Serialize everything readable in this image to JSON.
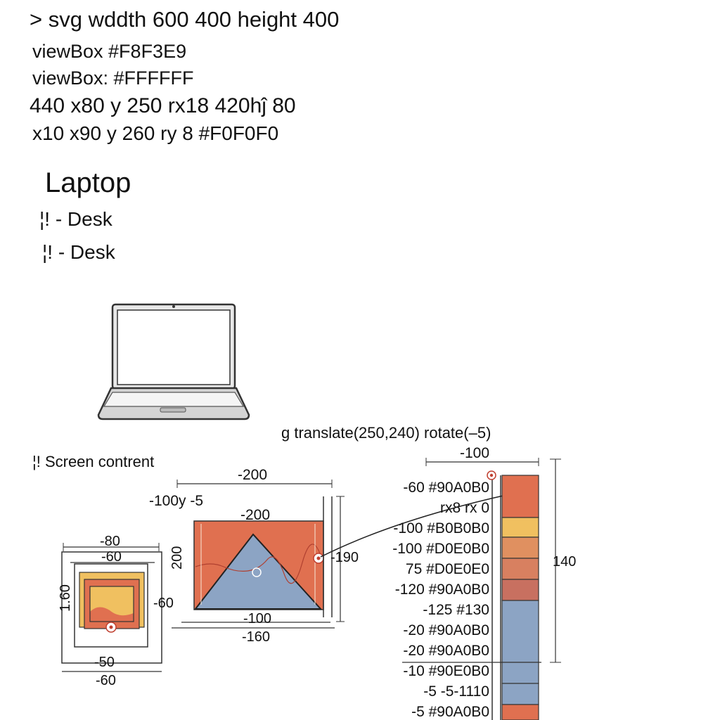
{
  "code_lines": [
    "> svg wddth 600 400 height 400",
    "viewBox #F8F3E9",
    "viewBox: #FFFFFF",
    "440 x80 y 250 rx18 420hĵ 80",
    "x10 x90 y 260 ry  8 #F0F0F0"
  ],
  "title": "Laptop",
  "desk_comments": [
    "¦! - Desk",
    "¦! - Desk"
  ],
  "diagram": {
    "transform_label": "g translate(250,240) rotate(–5)",
    "screen_comment": "¦! Screen contrent",
    "left_panel": {
      "top_labels": [
        "-80",
        "-60"
      ],
      "side_left": "1.60",
      "side_right": "-60",
      "bottom_labels": [
        "-50",
        "-60"
      ]
    },
    "middle_panel": {
      "top_label": "-200",
      "left_label": "-100y -5",
      "inner_top": "-200",
      "side_label": "200",
      "right_label": "-190",
      "bottom_labels": [
        "-100",
        "-160"
      ]
    },
    "right_panel": {
      "top_label": "-100",
      "side_label": "140",
      "rows": [
        "-60  #90A0B0",
        "rx8  rx 0",
        "-100  #B0B0B0",
        "-100  #D0E0B0",
        "75  #D0E0E0",
        "-120  #90A0B0",
        "-125  #130",
        "-20  #90A0B0",
        "-20  #90A0B0",
        "-10  #90E0B0",
        "-5  -5-1110",
        "-5  #90A0B0"
      ],
      "swatches": [
        "#E07050",
        "#F0C060",
        "#E09060",
        "#D88060",
        "#C87060",
        "#8CA4C4",
        "#8CA4C4",
        "#8CA4C4",
        "#E07050"
      ]
    },
    "colors": {
      "orange": "#E07050",
      "yellow": "#F0C060",
      "blue": "#8CA4C4",
      "line": "#222222"
    }
  }
}
